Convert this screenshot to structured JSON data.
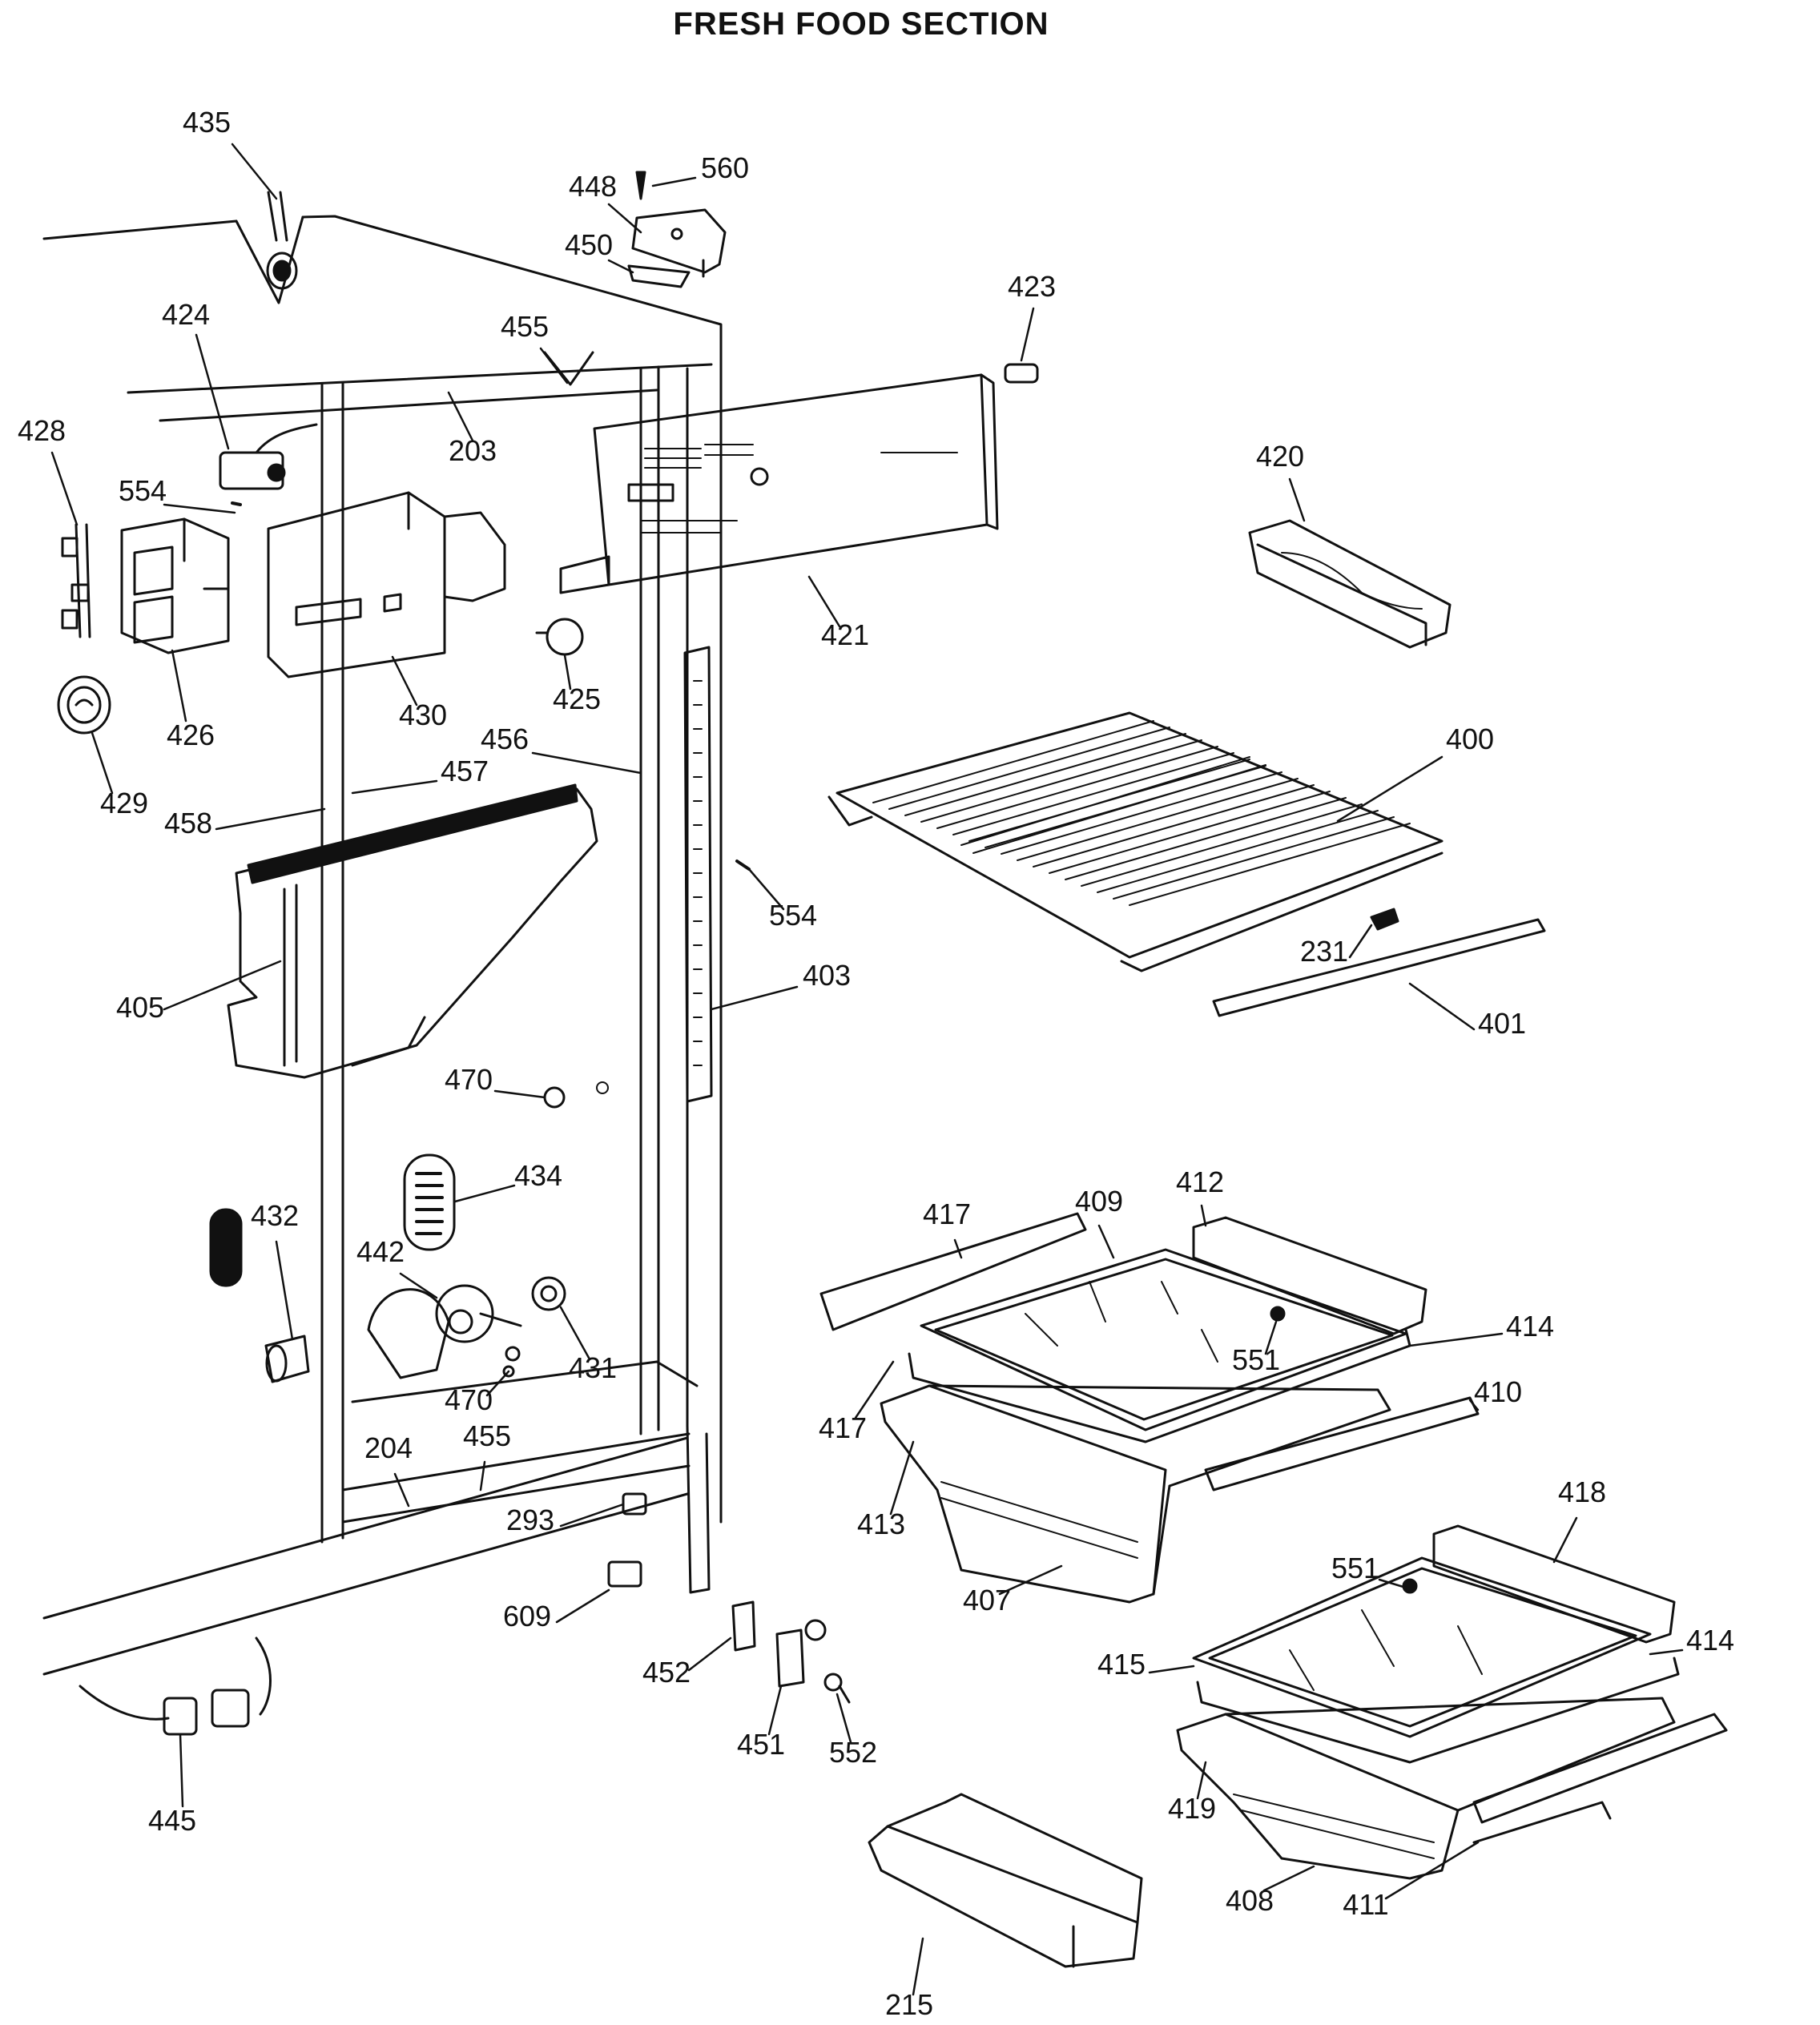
{
  "title": "FRESH FOOD SECTION",
  "colors": {
    "ink": "#111111",
    "paper": "#ffffff"
  },
  "part_labels": [
    {
      "id": "435",
      "text": "435"
    },
    {
      "id": "448",
      "text": "448"
    },
    {
      "id": "560",
      "text": "560"
    },
    {
      "id": "450",
      "text": "450"
    },
    {
      "id": "423",
      "text": "423"
    },
    {
      "id": "424",
      "text": "424"
    },
    {
      "id": "455a",
      "text": "455"
    },
    {
      "id": "428",
      "text": "428"
    },
    {
      "id": "203",
      "text": "203"
    },
    {
      "id": "554a",
      "text": "554"
    },
    {
      "id": "420",
      "text": "420"
    },
    {
      "id": "421",
      "text": "421"
    },
    {
      "id": "426",
      "text": "426"
    },
    {
      "id": "430",
      "text": "430"
    },
    {
      "id": "425",
      "text": "425"
    },
    {
      "id": "456",
      "text": "456"
    },
    {
      "id": "400",
      "text": "400"
    },
    {
      "id": "429",
      "text": "429"
    },
    {
      "id": "457",
      "text": "457"
    },
    {
      "id": "458",
      "text": "458"
    },
    {
      "id": "554b",
      "text": "554"
    },
    {
      "id": "403",
      "text": "403"
    },
    {
      "id": "231",
      "text": "231"
    },
    {
      "id": "405",
      "text": "405"
    },
    {
      "id": "401",
      "text": "401"
    },
    {
      "id": "470a",
      "text": "470"
    },
    {
      "id": "434",
      "text": "434"
    },
    {
      "id": "417a",
      "text": "417"
    },
    {
      "id": "409",
      "text": "409"
    },
    {
      "id": "412",
      "text": "412"
    },
    {
      "id": "432",
      "text": "432"
    },
    {
      "id": "442",
      "text": "442"
    },
    {
      "id": "414a",
      "text": "414"
    },
    {
      "id": "431",
      "text": "431"
    },
    {
      "id": "551a",
      "text": "551"
    },
    {
      "id": "470b",
      "text": "470"
    },
    {
      "id": "417b",
      "text": "417"
    },
    {
      "id": "410",
      "text": "410"
    },
    {
      "id": "204",
      "text": "204"
    },
    {
      "id": "455b",
      "text": "455"
    },
    {
      "id": "413",
      "text": "413"
    },
    {
      "id": "418",
      "text": "418"
    },
    {
      "id": "293",
      "text": "293"
    },
    {
      "id": "407",
      "text": "407"
    },
    {
      "id": "551b",
      "text": "551"
    },
    {
      "id": "609",
      "text": "609"
    },
    {
      "id": "415",
      "text": "415"
    },
    {
      "id": "414b",
      "text": "414"
    },
    {
      "id": "452",
      "text": "452"
    },
    {
      "id": "451",
      "text": "451"
    },
    {
      "id": "552",
      "text": "552"
    },
    {
      "id": "445",
      "text": "445"
    },
    {
      "id": "419",
      "text": "419"
    },
    {
      "id": "408",
      "text": "408"
    },
    {
      "id": "411",
      "text": "411"
    },
    {
      "id": "215",
      "text": "215"
    }
  ]
}
